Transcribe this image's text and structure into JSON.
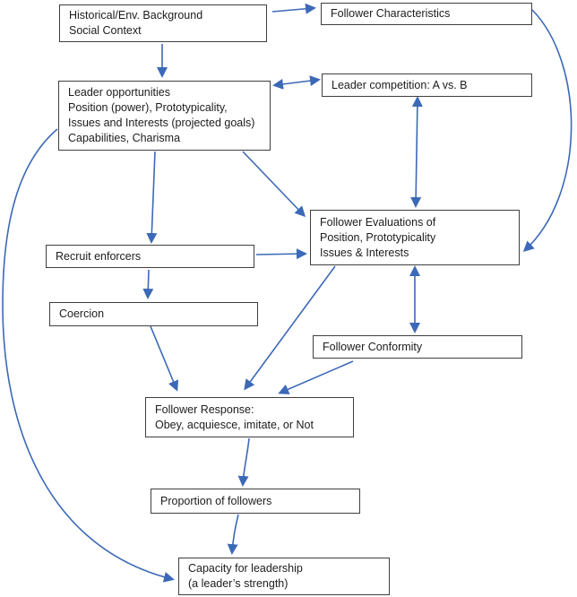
{
  "diagram": {
    "title": "Leadership process flowchart",
    "colors": {
      "arrow": "#3c69b7",
      "box_border": "#3f3f3f",
      "text": "#1c1c1c",
      "background": "#ffffff"
    },
    "nodes": {
      "historical": {
        "lines": [
          "Historical/Env. Background",
          "Social Context"
        ]
      },
      "follower_characteristics": {
        "lines": [
          "Follower Characteristics"
        ]
      },
      "leader_opportunities": {
        "lines": [
          "Leader opportunities",
          "Position (power), Prototypicality,",
          "Issues and Interests (projected goals)",
          "Capabilities, Charisma"
        ]
      },
      "leader_competition": {
        "lines": [
          "Leader competition: A vs. B"
        ]
      },
      "follower_evaluations": {
        "lines": [
          "Follower Evaluations of",
          "Position, Prototypicality",
          "Issues & Interests"
        ]
      },
      "recruit_enforcers": {
        "lines": [
          "Recruit enforcers"
        ]
      },
      "coercion": {
        "lines": [
          "Coercion"
        ]
      },
      "follower_conformity": {
        "lines": [
          "Follower Conformity"
        ]
      },
      "follower_response": {
        "lines": [
          "Follower Response:",
          "Obey, acquiesce, imitate, or Not"
        ]
      },
      "proportion_of_followers": {
        "lines": [
          "Proportion of followers"
        ]
      },
      "capacity_for_leadership": {
        "lines": [
          "Capacity for leadership",
          "(a leader’s strength)"
        ]
      }
    },
    "edges": [
      {
        "from": "historical",
        "to": "follower_characteristics",
        "type": "arrow"
      },
      {
        "from": "historical",
        "to": "leader_opportunities",
        "type": "arrow"
      },
      {
        "from": "leader_opportunities",
        "to": "leader_competition",
        "type": "double-arrow"
      },
      {
        "from": "leader_competition",
        "to": "follower_evaluations",
        "type": "double-arrow"
      },
      {
        "from": "leader_opportunities",
        "to": "follower_evaluations",
        "type": "arrow"
      },
      {
        "from": "follower_characteristics",
        "to": "follower_evaluations",
        "type": "arrow",
        "style": "curved-right-side"
      },
      {
        "from": "leader_opportunities",
        "to": "recruit_enforcers",
        "type": "arrow"
      },
      {
        "from": "recruit_enforcers",
        "to": "follower_evaluations",
        "type": "arrow"
      },
      {
        "from": "recruit_enforcers",
        "to": "coercion",
        "type": "arrow"
      },
      {
        "from": "coercion",
        "to": "follower_response",
        "type": "arrow"
      },
      {
        "from": "follower_evaluations",
        "to": "follower_response",
        "type": "arrow"
      },
      {
        "from": "follower_evaluations",
        "to": "follower_conformity",
        "type": "double-arrow"
      },
      {
        "from": "follower_conformity",
        "to": "follower_response",
        "type": "arrow"
      },
      {
        "from": "follower_response",
        "to": "proportion_of_followers",
        "type": "arrow"
      },
      {
        "from": "proportion_of_followers",
        "to": "capacity_for_leadership",
        "type": "arrow"
      },
      {
        "from": "leader_opportunities",
        "to": "capacity_for_leadership",
        "type": "arrow",
        "style": "curved-left-side"
      }
    ]
  }
}
